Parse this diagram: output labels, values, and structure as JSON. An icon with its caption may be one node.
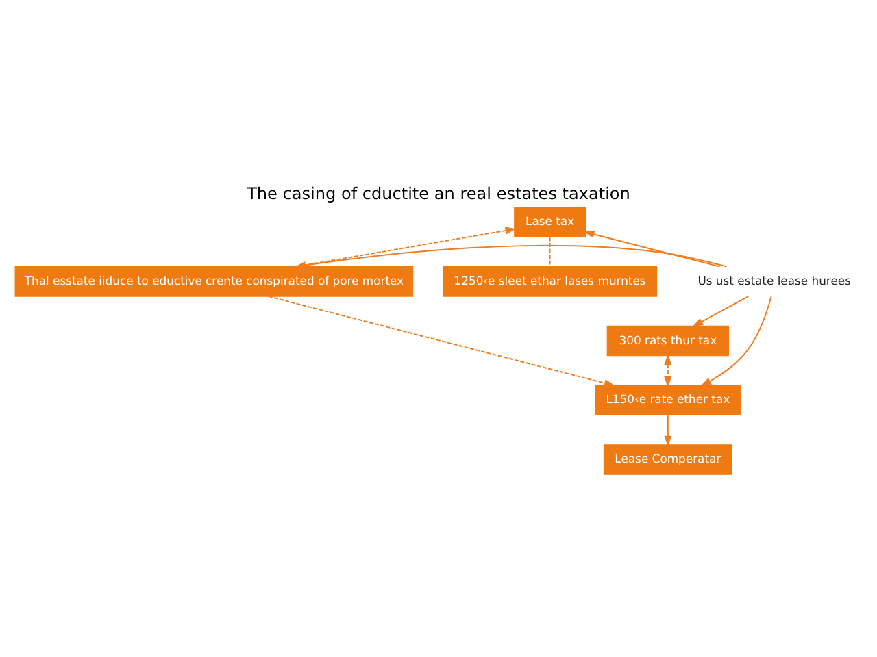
{
  "diagram": {
    "title": "The casing of cductite an real estates taxation",
    "nodes": [
      {
        "text": [
          "Lase tax"
        ]
      },
      {
        "text": [
          "Thal esstate iiduce to eductive crente conspirated of pore mortex"
        ]
      },
      {
        "text": [
          "1250‹e sleet ethar lases murntes"
        ]
      },
      {
        "text": [
          "Us ust estate lease hurees"
        ]
      },
      {
        "text": [
          "300 rats thur tax"
        ]
      },
      {
        "text": [
          "L150‹e rate ether tax"
        ]
      },
      {
        "text": [
          "Lease Comperatar"
        ]
      }
    ],
    "edges": [
      {
        "from": 1,
        "to": 0,
        "arrow": "to",
        "style": "dashed"
      },
      {
        "from": 0,
        "to": 2,
        "arrow": "none",
        "style": "dashed"
      },
      {
        "from": 3,
        "to": 0,
        "arrow": "to"
      },
      {
        "from": 3,
        "to": 1,
        "arrow": "to"
      },
      {
        "from": 3,
        "to": 4,
        "arrow": "to"
      },
      {
        "from": 3,
        "to": 5,
        "arrow": "to"
      },
      {
        "from": 1,
        "to": 5,
        "arrow": "to",
        "style": "dashed"
      },
      {
        "from": 4,
        "to": 5,
        "arrow": "both",
        "style": "dashed"
      },
      {
        "from": 5,
        "to": 6,
        "arrow": "to"
      }
    ]
  }
}
